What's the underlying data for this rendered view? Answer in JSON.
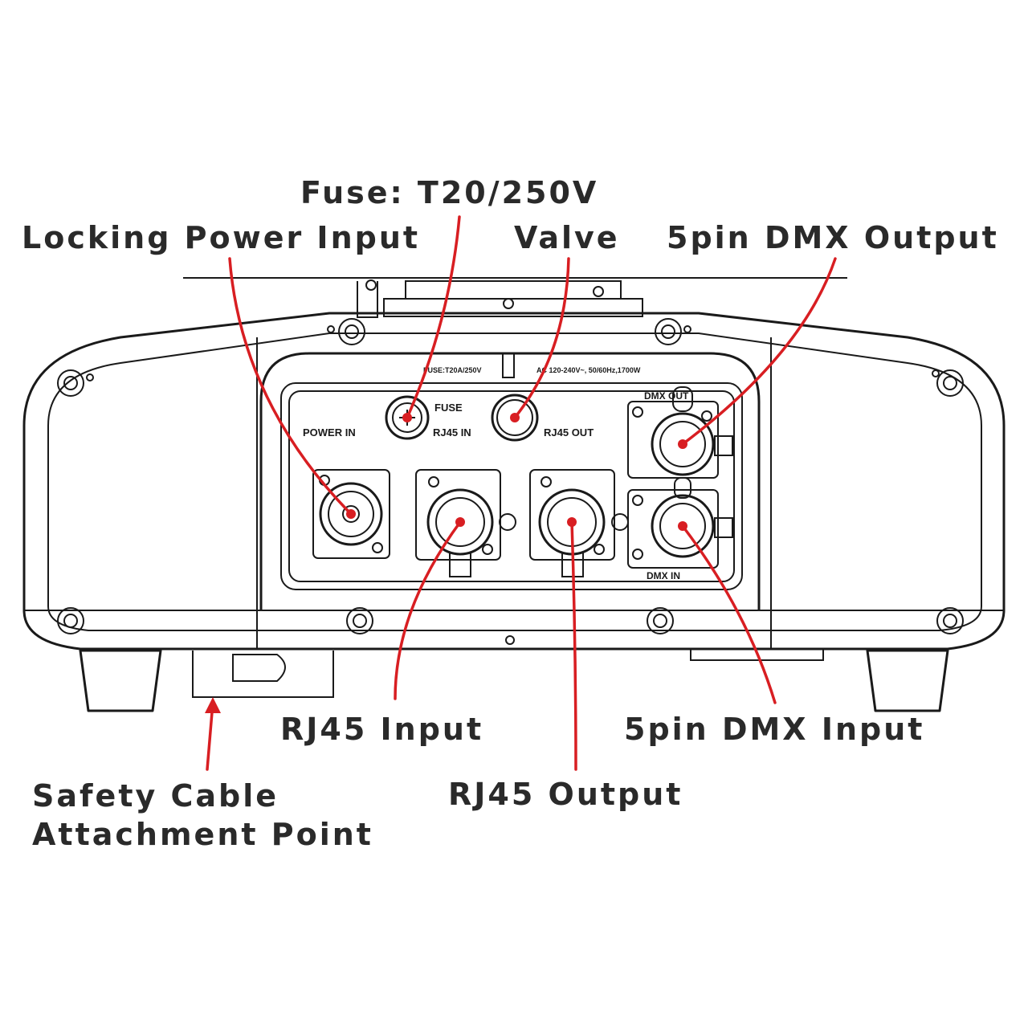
{
  "callouts": {
    "fuse": "Fuse: T20/250V",
    "power_input": "Locking Power Input",
    "valve": "Valve",
    "dmx_output": "5pin DMX Output",
    "rj45_input": "RJ45 Input",
    "dmx_input": "5pin DMX Input",
    "rj45_output": "RJ45 Output",
    "safety_cable_line1": "Safety Cable",
    "safety_cable_line2": "Attachment Point"
  },
  "panel": {
    "fuse_rating": "FUSE:T20A/250V",
    "ac_rating": "AC 120-240V~, 50/60Hz,1700W",
    "power_in": "POWER IN",
    "fuse": "FUSE",
    "rj45_in": "RJ45 IN",
    "rj45_out": "RJ45 OUT",
    "dmx_out": "DMX OUT",
    "dmx_in": "DMX IN"
  },
  "colors": {
    "callout_line": "#d81e22",
    "drawing_ink": "#1a1a1a",
    "label_text": "#2a2a2a"
  }
}
